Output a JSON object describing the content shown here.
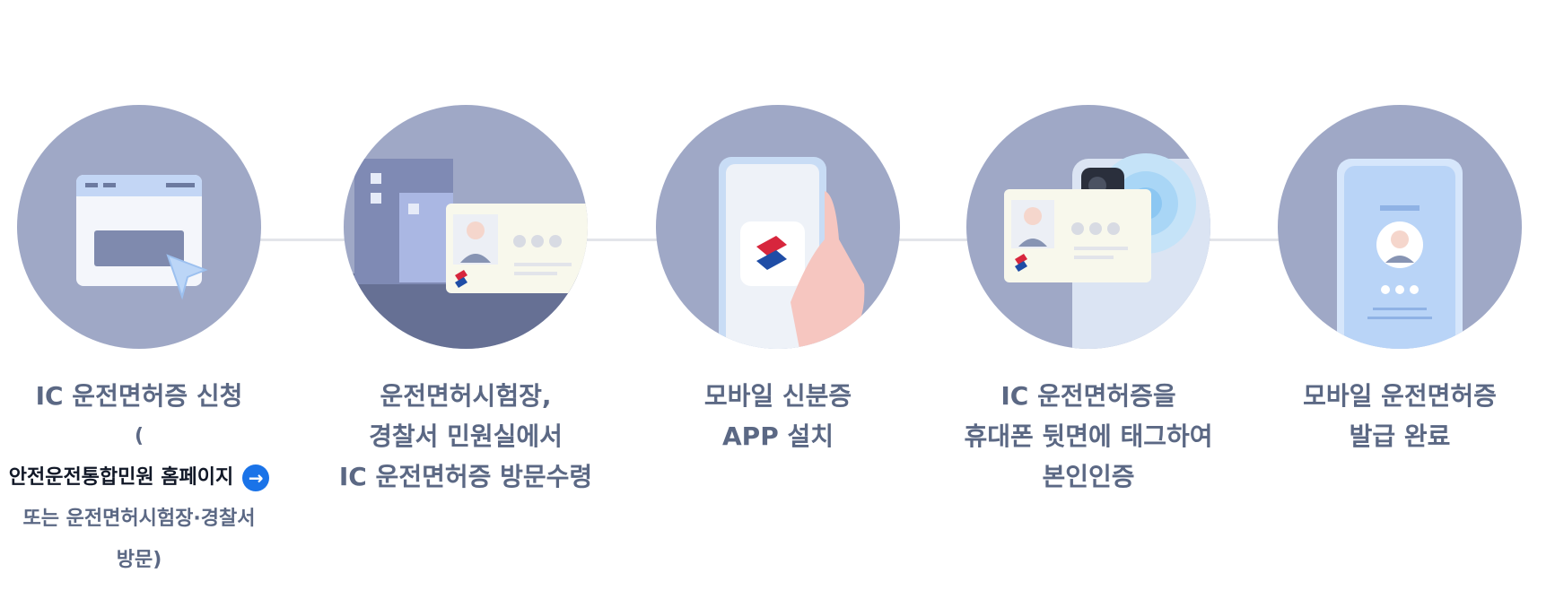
{
  "steps": [
    {
      "title_lines": [
        "IC 운전면허증 신청"
      ],
      "paren_open": "(",
      "link_label": "안전운전통합민원 홈페이지",
      "link_arrow": "→",
      "sub_lines": [
        "또는 운전면허시험장·경찰서",
        "방문)"
      ],
      "icon": "browser-window-icon"
    },
    {
      "title_lines": [
        "운전면허시험장,",
        "경찰서 민원실에서",
        "IC 운전면허증 방문수령"
      ],
      "icon": "license-card-building-icon"
    },
    {
      "title_lines": [
        "모바일 신분증",
        "APP 설치"
      ],
      "icon": "phone-app-icon"
    },
    {
      "title_lines": [
        "IC 운전면허증을",
        "휴대폰 뒷면에 태그하여",
        "본인인증"
      ],
      "icon": "nfc-tag-icon"
    },
    {
      "title_lines": [
        "모바일 운전면허증",
        "발급 완료"
      ],
      "icon": "mobile-license-icon"
    }
  ],
  "colors": {
    "circle": "#9fa8c6",
    "title": "#5b6884",
    "link_arrow": "#1a73e8"
  }
}
